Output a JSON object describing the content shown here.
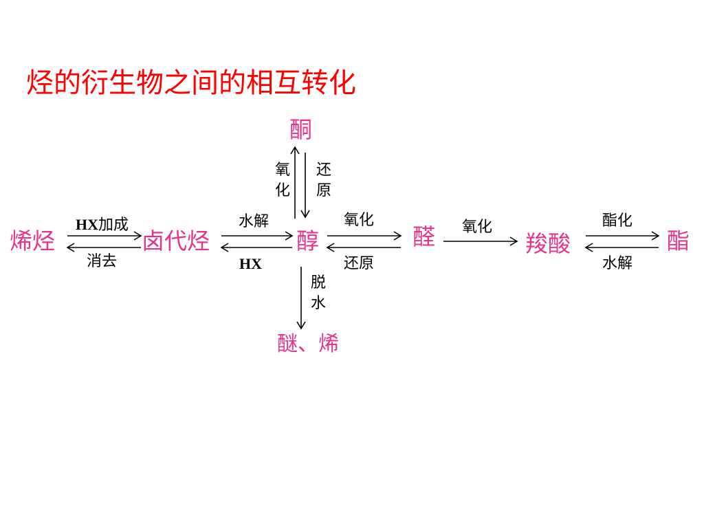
{
  "title": "烃的衍生物之间的相互转化",
  "colors": {
    "title": "#ff0000",
    "node": "#e6348a",
    "label": "#000000"
  },
  "nodes": {
    "alkene": "烯烃",
    "haloalkane": "卤代烃",
    "alcohol": "醇",
    "ketone": "酮",
    "aldehyde": "醛",
    "carboxylic_acid": "羧酸",
    "ester": "酯",
    "ether_alkene": "醚、烯"
  },
  "labels": {
    "hx_addition_hx": "HX",
    "hx_addition_text": "加成",
    "elimination": "消去",
    "hydrolysis_1": "水解",
    "hx": "HX",
    "oxidation_to_aldehyde": "氧化",
    "reduction_from_aldehyde": "还原",
    "oxidation_to_acid": "氧化",
    "esterification": "酯化",
    "hydrolysis_2": "水解",
    "oxidation_to_ketone": [
      "氧",
      "化"
    ],
    "reduction_from_ketone": [
      "还",
      "原"
    ],
    "dehydration": [
      "脱",
      "水"
    ]
  }
}
